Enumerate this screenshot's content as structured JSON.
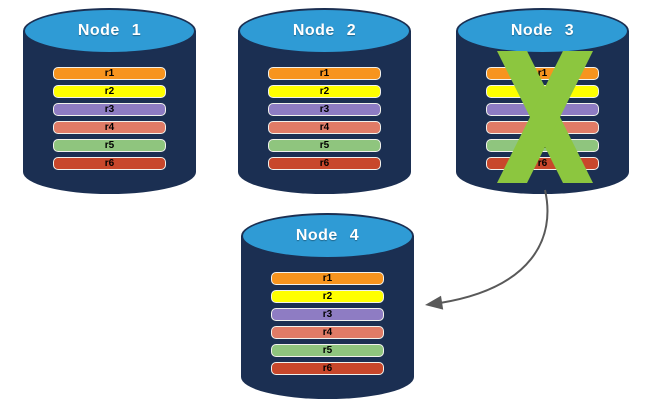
{
  "colors": {
    "cylinder_body": "#1b2f52",
    "cylinder_top": "#2f9bd5",
    "node_title_text": "#ffffff",
    "bar_text": "#000000",
    "failure_x": "#8cc63f",
    "arrow": "#595959"
  },
  "replicas": [
    {
      "id": "r1",
      "color": "#f7941e"
    },
    {
      "id": "r2",
      "color": "#ffff00"
    },
    {
      "id": "r3",
      "color": "#8e7cc3"
    },
    {
      "id": "r4",
      "color": "#e07b66"
    },
    {
      "id": "r5",
      "color": "#8fc57e"
    },
    {
      "id": "r6",
      "color": "#c8472b"
    }
  ],
  "nodes": [
    {
      "label": "Node 1",
      "status": "healthy"
    },
    {
      "label": "Node 2",
      "status": "healthy"
    },
    {
      "label": "Node 3",
      "status": "failed"
    },
    {
      "label": "Node 4",
      "status": "healthy"
    }
  ]
}
